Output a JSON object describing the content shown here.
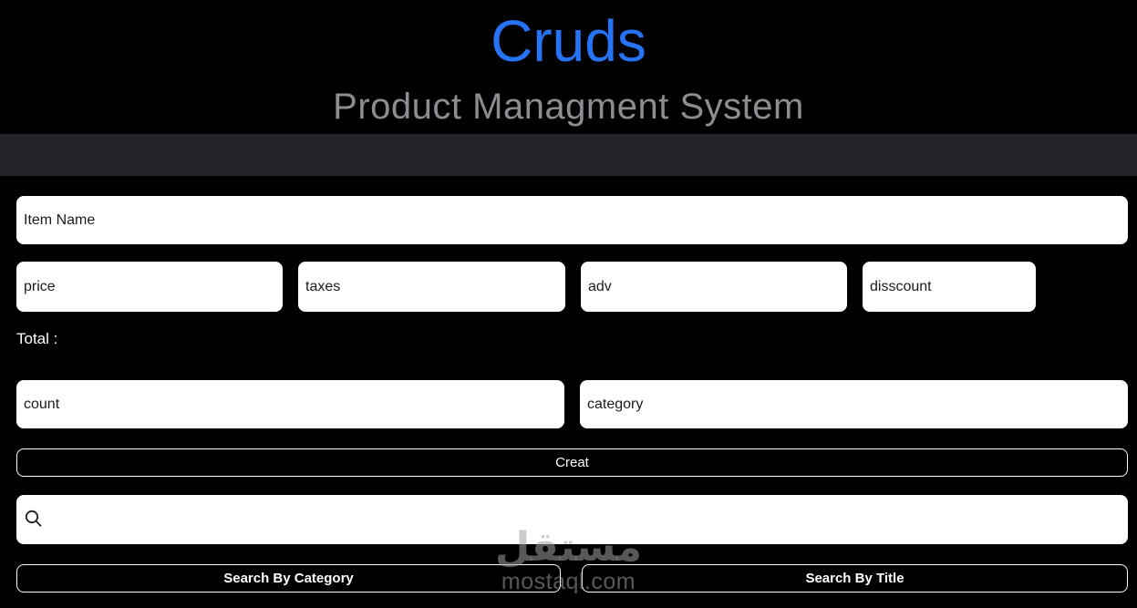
{
  "header": {
    "title": "Cruds",
    "subtitle": "Product Managment System"
  },
  "form": {
    "item_name_placeholder": "Item Name",
    "price_placeholder": "price",
    "taxes_placeholder": "taxes",
    "adv_placeholder": "adv",
    "disscount_placeholder": "disscount",
    "total_label": "Total :",
    "count_placeholder": "count",
    "category_placeholder": "category",
    "create_button_label": "Creat"
  },
  "search": {
    "icon": "magnifier-icon",
    "input_value": "",
    "by_category_button_label": "Search By Category",
    "by_title_button_label": "Search By Title"
  },
  "watermark": {
    "logo_text": "مستقل",
    "domain_text": "mostaql.com"
  },
  "colors": {
    "title_blue": "#2673f5",
    "subtitle_gray": "#8b8d90",
    "navbar_charcoal": "#22242a",
    "page_background": "#000000",
    "field_background": "#ffffff",
    "button_border": "#ffffff"
  }
}
